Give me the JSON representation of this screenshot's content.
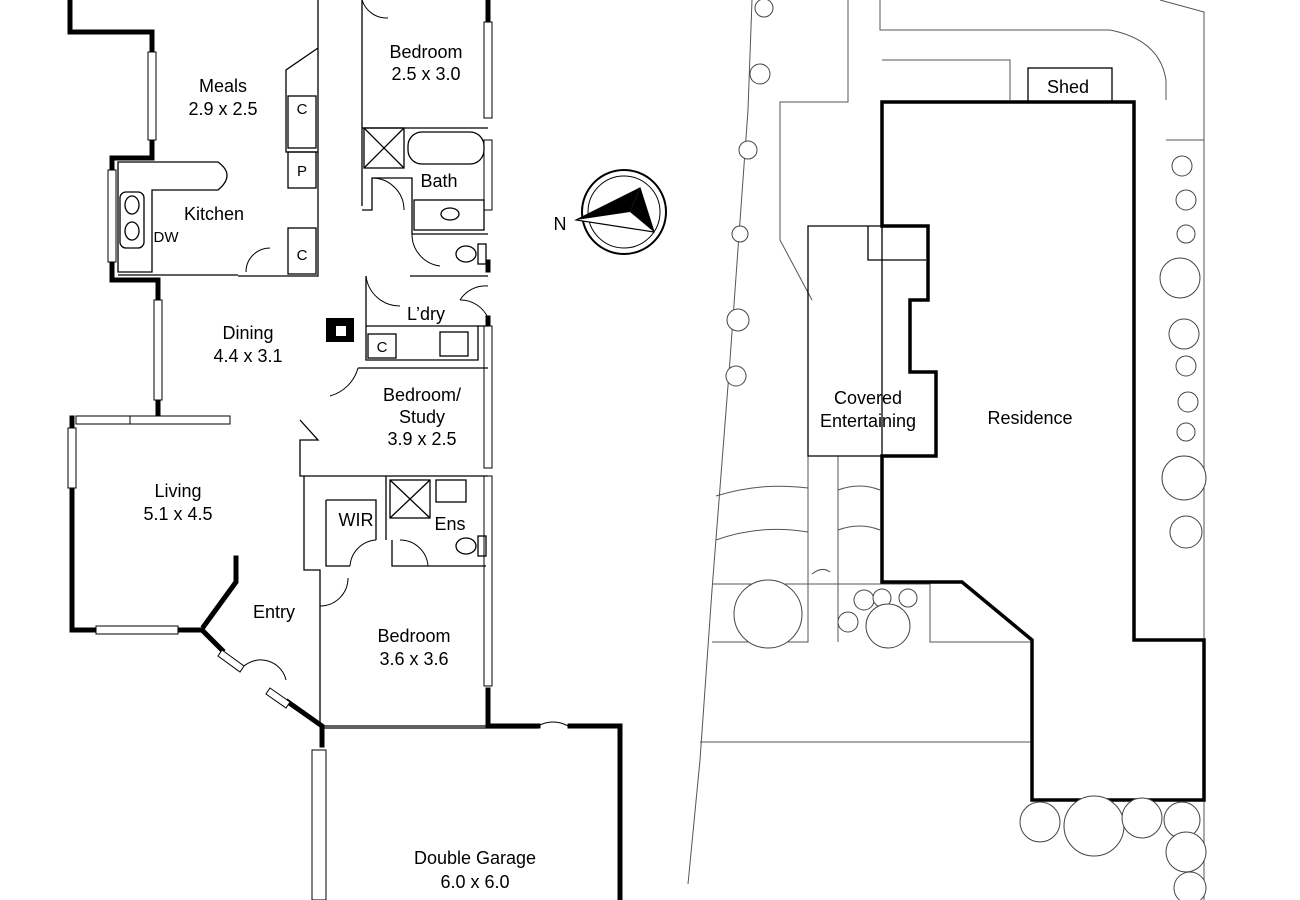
{
  "floor_plan": {
    "rooms": {
      "meals": {
        "name": "Meals",
        "size": "2.9 x 2.5"
      },
      "kitchen": {
        "name": "Kitchen"
      },
      "dining": {
        "name": "Dining",
        "size": "4.4 x 3.1"
      },
      "living": {
        "name": "Living",
        "size": "5.1 x 4.5"
      },
      "entry": {
        "name": "Entry"
      },
      "bedroom_top": {
        "name": "Bedroom",
        "size": "2.5 x 3.0"
      },
      "bath": {
        "name": "Bath"
      },
      "laundry": {
        "name": "L’dry"
      },
      "study": {
        "name_line1": "Bedroom/",
        "name_line2": "Study",
        "size": "3.9 x 2.5"
      },
      "wir": {
        "name": "WIR"
      },
      "ensuite": {
        "name": "Ens"
      },
      "bedroom_main": {
        "name": "Bedroom",
        "size": "3.6 x 3.6"
      },
      "garage": {
        "name": "Double Garage",
        "size": "6.0 x 6.0"
      }
    },
    "fixtures": {
      "cupboard": "C",
      "pantry": "P",
      "dishwasher": "DW"
    },
    "compass": {
      "north_label": "N"
    }
  },
  "site_plan": {
    "shed": "Shed",
    "covered_line1": "Covered",
    "covered_line2": "Entertaining",
    "residence": "Residence"
  }
}
